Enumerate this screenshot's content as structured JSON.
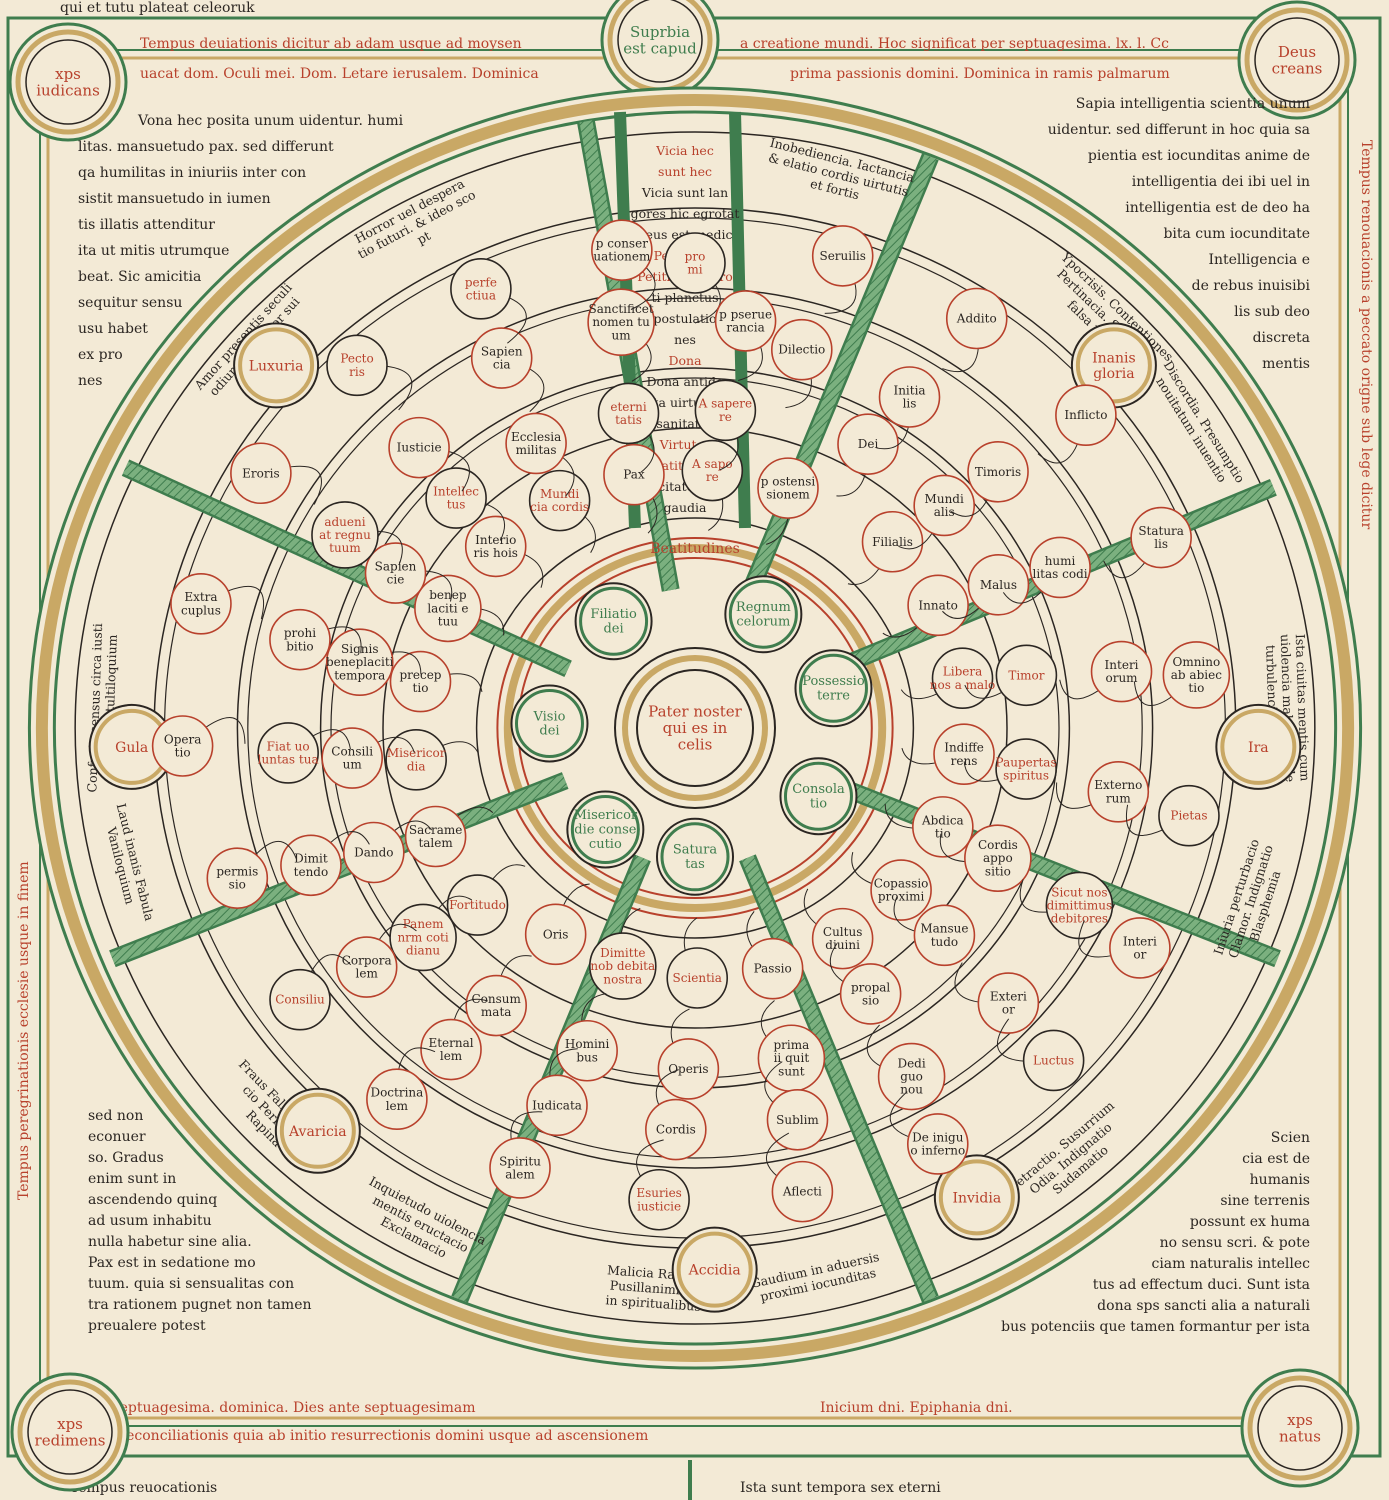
{
  "colors": {
    "parchment": "#f3ead6",
    "ink": "#2b2622",
    "red": "#b8412c",
    "green": "#3f7d4e",
    "gold": "#c9a865"
  },
  "top_line": "qui et tutu plateat celeoruk",
  "top_band_left": "Tempus deuiationis dicitur ab adam usque ad moysen",
  "top_band_left2": "uacat dom. Oculi mei. Dom. Letare ierusalem. Dominica",
  "top_band_right": "a creatione mundi. Hoc significat per septuagesima. lx. l. Cc",
  "top_band_right2": "prima passionis domini. Dominica in ramis palmarum",
  "corners": {
    "tl": [
      "xps",
      "iudicans"
    ],
    "tr": [
      "Deus",
      "creans"
    ],
    "bl": [
      "xps",
      "redimens"
    ],
    "br": [
      "xps",
      "natus"
    ],
    "top": [
      "Suprbia",
      "est capud"
    ]
  },
  "center": [
    "Pater noster",
    "qui es in",
    "celis"
  ],
  "petitions_ring": [
    {
      "text": [
        "Regnum",
        "celorum"
      ]
    },
    {
      "text": [
        "Possessio",
        "terre"
      ]
    },
    {
      "text": [
        "Consola",
        "tio"
      ]
    },
    {
      "text": [
        "Satura",
        "tas"
      ]
    },
    {
      "text": [
        "Misericor",
        "die conse",
        "cutio"
      ]
    },
    {
      "text": [
        "Visio",
        "dei"
      ]
    },
    {
      "text": [
        "Filiatio",
        "dei"
      ]
    }
  ],
  "beatitudes_label": "Beatitudines",
  "spoke_top": [
    "Vicia hec",
    "sunt hec",
    "Vicia sunt lan",
    "gores hic egrotat",
    "deus est medic",
    "Petitiones",
    "Petitiones egro",
    "ti planctus",
    "postulatio",
    "nes",
    "Dona",
    "Dona antido",
    "ta uirtutis",
    "sanitates",
    "Virtutes",
    "Beatitudines",
    "felicitates sunt",
    "gaudia"
  ],
  "vices_outer": [
    {
      "label": "Luxuria"
    },
    {
      "label": "Inanis gloria"
    },
    {
      "label": "Ira"
    },
    {
      "label": "Invidia"
    },
    {
      "label": "Accidia"
    },
    {
      "label": "Avaricia"
    },
    {
      "label": "Gula"
    }
  ],
  "nodes": [
    {
      "t": [
        "pro",
        "mi"
      ],
      "c": "red"
    },
    {
      "t": [
        "Dilectio"
      ],
      "c": "black"
    },
    {
      "t": [
        "Dei"
      ],
      "c": "black"
    },
    {
      "t": [
        "Filialis"
      ],
      "c": "black"
    },
    {
      "t": [
        "Seruilis"
      ],
      "c": "black"
    },
    {
      "t": [
        "Initia",
        "lis"
      ],
      "c": "black"
    },
    {
      "t": [
        "Mundi",
        "alis"
      ],
      "c": "black"
    },
    {
      "t": [
        "Innato"
      ],
      "c": "black"
    },
    {
      "t": [
        "Addito"
      ],
      "c": "black"
    },
    {
      "t": [
        "Timoris"
      ],
      "c": "black"
    },
    {
      "t": [
        "Malus"
      ],
      "c": "black"
    },
    {
      "t": [
        "Libera",
        "nos a malo"
      ],
      "c": "red"
    },
    {
      "t": [
        "Inflicto"
      ],
      "c": "black"
    },
    {
      "t": [
        "humi",
        "litas codi"
      ],
      "c": "black"
    },
    {
      "t": [
        "Timor"
      ],
      "c": "red"
    },
    {
      "t": [
        "Indiffe",
        "rens"
      ],
      "c": "black"
    },
    {
      "t": [
        "Statura",
        "lis"
      ],
      "c": "black"
    },
    {
      "t": [
        "Interi",
        "orum"
      ],
      "c": "black"
    },
    {
      "t": [
        "Paupertas",
        "spiritus"
      ],
      "c": "red"
    },
    {
      "t": [
        "Abdica",
        "tio"
      ],
      "c": "black"
    },
    {
      "t": [
        "Omnino",
        "ab abiec",
        "tio"
      ],
      "c": "black"
    },
    {
      "t": [
        "Externo",
        "rum"
      ],
      "c": "black"
    },
    {
      "t": [
        "Cordis",
        "appo",
        "sitio"
      ],
      "c": "black"
    },
    {
      "t": [
        "Copassio",
        "proximi"
      ],
      "c": "black"
    },
    {
      "t": [
        "Pietas"
      ],
      "c": "red"
    },
    {
      "t": [
        "Sicut nos",
        "dimittimus",
        "debitores"
      ],
      "c": "red"
    },
    {
      "t": [
        "Mansue",
        "tudo"
      ],
      "c": "black"
    },
    {
      "t": [
        "Cultus",
        "diuini"
      ],
      "c": "black"
    },
    {
      "t": [
        "Interi",
        "or"
      ],
      "c": "black"
    },
    {
      "t": [
        "Exteri",
        "or"
      ],
      "c": "black"
    },
    {
      "t": [
        "propal",
        "sio"
      ],
      "c": "black"
    },
    {
      "t": [
        "Passio"
      ],
      "c": "black"
    },
    {
      "t": [
        "Luctus"
      ],
      "c": "red"
    },
    {
      "t": [
        "Dedi",
        "guo",
        "nou"
      ],
      "c": "black"
    },
    {
      "t": [
        "prima",
        "ii quit",
        "sunt"
      ],
      "c": "black"
    },
    {
      "t": [
        "Scientia"
      ],
      "c": "red"
    },
    {
      "t": [
        "De inigu",
        "o inferno"
      ],
      "c": "black"
    },
    {
      "t": [
        "Sublim"
      ],
      "c": "black"
    },
    {
      "t": [
        "Operis"
      ],
      "c": "black"
    },
    {
      "t": [
        "Dimitte",
        "nob debita",
        "nostra"
      ],
      "c": "red"
    },
    {
      "t": [
        "Aflecti"
      ],
      "c": "black"
    },
    {
      "t": [
        "Cordis"
      ],
      "c": "black"
    },
    {
      "t": [
        "Homini",
        "bus"
      ],
      "c": "black"
    },
    {
      "t": [
        "Oris"
      ],
      "c": "black"
    },
    {
      "t": [
        "Esuries",
        "iusticie"
      ],
      "c": "red"
    },
    {
      "t": [
        "Iudicata"
      ],
      "c": "black"
    },
    {
      "t": [
        "Consum",
        "mata"
      ],
      "c": "black"
    },
    {
      "t": [
        "Fortitudo"
      ],
      "c": "red"
    },
    {
      "t": [
        "Spiritu",
        "alem"
      ],
      "c": "black"
    },
    {
      "t": [
        "Eternal",
        "lem"
      ],
      "c": "black"
    },
    {
      "t": [
        "Panem",
        "nrm coti",
        "dianu"
      ],
      "c": "red"
    },
    {
      "t": [
        "Sacrame",
        "talem"
      ],
      "c": "black"
    },
    {
      "t": [
        "Doctrina",
        "lem"
      ],
      "c": "black"
    },
    {
      "t": [
        "Corpora",
        "lem"
      ],
      "c": "black"
    },
    {
      "t": [
        "Dando"
      ],
      "c": "black"
    },
    {
      "t": [
        "Misericor",
        "dia"
      ],
      "c": "red"
    },
    {
      "t": [
        "Consiliu"
      ],
      "c": "red"
    },
    {
      "t": [
        "Dimit",
        "tendo"
      ],
      "c": "black"
    },
    {
      "t": [
        "Consili",
        "um"
      ],
      "c": "black"
    },
    {
      "t": [
        "precep",
        "tio"
      ],
      "c": "black"
    },
    {
      "t": [
        "permis",
        "sio"
      ],
      "c": "black"
    },
    {
      "t": [
        "Fiat uo",
        "luntas tua"
      ],
      "c": "red"
    },
    {
      "t": [
        "Signis",
        "beneplaciti",
        "tempora"
      ],
      "c": "black"
    },
    {
      "t": [
        "benep",
        "laciti e",
        "tuu"
      ],
      "c": "black"
    },
    {
      "t": [
        "Opera",
        "tio"
      ],
      "c": "black"
    },
    {
      "t": [
        "prohi",
        "bitio"
      ],
      "c": "black"
    },
    {
      "t": [
        "Sapien",
        "cie"
      ],
      "c": "black"
    },
    {
      "t": [
        "Interio",
        "ris hois"
      ],
      "c": "black"
    },
    {
      "t": [
        "Extra",
        "cuplus"
      ],
      "c": "black"
    },
    {
      "t": [
        "adueni",
        "at regnu",
        "tuum"
      ],
      "c": "red"
    },
    {
      "t": [
        "Intellec",
        "tus"
      ],
      "c": "red"
    },
    {
      "t": [
        "Mundi",
        "cia cordis"
      ],
      "c": "red"
    },
    {
      "t": [
        "Eroris"
      ],
      "c": "black"
    },
    {
      "t": [
        "Iusticie"
      ],
      "c": "black"
    },
    {
      "t": [
        "Ecclesia",
        "militas"
      ],
      "c": "black"
    },
    {
      "t": [
        "Pax"
      ],
      "c": "black"
    },
    {
      "t": [
        "Pecto",
        "ris"
      ],
      "c": "red"
    },
    {
      "t": [
        "Sapien",
        "cia"
      ],
      "c": "black"
    },
    {
      "t": [
        "eterni",
        "tatis"
      ],
      "c": "red"
    },
    {
      "t": [
        "A sapo",
        "re"
      ],
      "c": "red"
    },
    {
      "t": [
        "perfe",
        "ctiua"
      ],
      "c": "red"
    },
    {
      "t": [
        "Sanctificet",
        "nomen tu",
        "um"
      ],
      "c": "black"
    },
    {
      "t": [
        "A sapere",
        "re"
      ],
      "c": "red"
    },
    {
      "t": [
        "p ostensi",
        "sionem"
      ],
      "c": "black"
    },
    {
      "t": [
        "p conser",
        "uationem"
      ],
      "c": "black"
    },
    {
      "t": [
        "p pserue",
        "rancia"
      ],
      "c": "black"
    }
  ],
  "segment_texts": [
    [
      "Horror uel despera",
      "tio futuri. & ideo sco",
      "pt"
    ],
    [
      "Inobediencia. Iactancia",
      "& elatio cordis uirtutis",
      "et fortis"
    ],
    [
      "Ypocrisis. Contentiones",
      "Pertinacia. Simulatio",
      "falsa religio"
    ],
    [
      "Discordia. Presumptio",
      "nouitatum inuentio"
    ],
    [
      "Ista ciuitas mentis cum",
      "uiolencia mala in corde",
      "turbulencia. Inurbia"
    ],
    [
      "Iniuria perturbacio",
      "Clamor. Indignatio",
      "Blasphemia"
    ],
    [
      "Detractio. Susurrium",
      "Odia. Indignatio",
      "Sudamatio"
    ],
    [
      "Gaudium in aduersis",
      "proximi iocunditas"
    ],
    [
      "Malicia Rancor",
      "Pusillanimitas",
      "in spiritualibus"
    ],
    [
      "Inquietudo uiolencia",
      "mentis eructacio",
      "Exclamacio"
    ],
    [
      "Fraus Fallacia Prodi",
      "cio Periurium",
      "Rapina"
    ],
    [
      "Laud inanis Fabula",
      "Vaniloquium"
    ],
    [
      "Confusio sensus circa iusti",
      "genciam. Stultiloquium"
    ],
    [
      "Amor presentis seculi",
      "odium dei. Amor sui",
      "adulterium"
    ]
  ],
  "left_column": [
    "Vona hec posita unum uidentur. humi",
    "litas. mansuetudo pax. sed differunt",
    "qa humilitas in iniuriis inter con",
    "sistit mansuetudo in iumen",
    "tis illatis attenditur",
    "ita ut mitis utrumque",
    "beat. Sic amicitia",
    "sequitur sensu",
    "usu habet",
    "ex pro",
    "nes"
  ],
  "right_column": [
    "Sapia intelligentia scientia unum",
    "uidentur. sed differunt in hoc quia sa",
    "pientia est iocunditas anime de",
    "intelligentia dei ibi uel in",
    "intelligentia est de deo ha",
    "bita cum iocunditate",
    "Intelligencia e",
    "de rebus inuisibi",
    "lis sub deo",
    "discreta",
    "mentis"
  ],
  "bottom_left_column": [
    "sed non",
    "econuer",
    "so. Gradus",
    "enim sunt in",
    "ascendendo quinq",
    "ad usum inhabitu",
    "nulla habetur sine alia.",
    "Pax est in sedatione mo",
    "tuum. quia si sensualitas con",
    "tra rationem pugnet non tamen",
    "preualere potest"
  ],
  "bottom_right_column": [
    "Scien",
    "cia est de",
    "humanis",
    "sine terrenis",
    "possunt ex huma",
    "no sensu scri. & pote",
    "ciam naturalis intellec",
    "tus ad effectum duci. Sunt ista",
    "dona sps sancti alia a naturali",
    "bus potenciis que tamen formantur per ista"
  ],
  "bottom_band": "Tempus reconciliationis quia ab initio resurrectionis domini usque ad ascensionem",
  "bottom_band2": "Septuagesima. dominica. Dies ante septuagesimam",
  "bottom_band3": "Inicium dni. Epiphania dni.",
  "left_band": "Tempus peregrinationis ecclesie usque in finem",
  "right_band": "Tempus renouacionis a peccato origne sub lege dicitur",
  "bottom_line_left": "Tempus reuocationis",
  "bottom_line_right": "Ista sunt tempora sex eterni"
}
